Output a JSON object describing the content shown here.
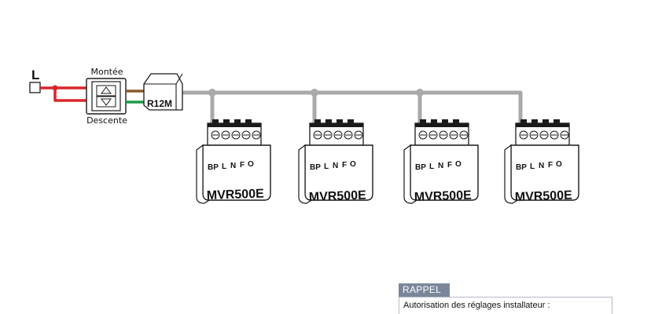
{
  "labels": {
    "phase": "L",
    "switch_up": "Montée",
    "switch_down": "Descente",
    "relay": "R12M"
  },
  "modules": [
    {
      "model": "MVR500E",
      "terminals": [
        "BP",
        "L",
        "N",
        "F",
        "O"
      ]
    },
    {
      "model": "MVR500E",
      "terminals": [
        "BP",
        "L",
        "N",
        "F",
        "O"
      ]
    },
    {
      "model": "MVR500E",
      "terminals": [
        "BP",
        "L",
        "N",
        "F",
        "O"
      ]
    },
    {
      "model": "MVR500E",
      "terminals": [
        "BP",
        "L",
        "N",
        "F",
        "O"
      ]
    }
  ],
  "rappel": {
    "title": "RAPPEL",
    "text": "Autorisation des réglages installateur :"
  },
  "colors": {
    "wire_red": "#d7262c",
    "wire_brown": "#8b5a2b",
    "wire_green": "#1f9a46",
    "bus_gray": "#a9a9a9",
    "outline": "#1a1a1a",
    "rappel_header": "#7a879b"
  }
}
